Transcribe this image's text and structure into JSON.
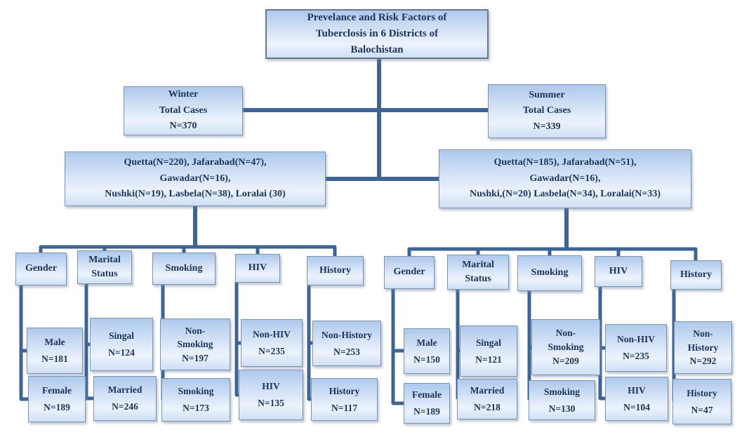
{
  "colors": {
    "connector": "#3e6496",
    "box_fill_top": "#aec9ec",
    "box_fill_bottom": "#cfdff5",
    "box_border": "#7e93ab",
    "text": "#1c3459"
  },
  "title": {
    "l1": "Prevelance and Risk Factors of",
    "l2": "Tuberclosis in 6 Districts of",
    "l3": "Balochistan"
  },
  "winter": {
    "total": {
      "l1": "Winter",
      "l2": "Total Cases",
      "l3": "N=370"
    },
    "districts": {
      "l1": "Quetta(N=220), Jafarabad(N=47),",
      "l2": "Gawadar(N=16),",
      "l3": "Nushki(N=19), Lasbela(N=38), Loralai (30)"
    },
    "categories": {
      "gender": "Gender",
      "marital": "Marital Status",
      "smoking": "Smoking",
      "hiv": "HIV",
      "history": "History"
    },
    "male": {
      "l1": "Male",
      "l2": "N=181"
    },
    "female": {
      "l1": "Female",
      "l2": "N=189"
    },
    "single": {
      "l1": "Singal",
      "l2": "N=124"
    },
    "married": {
      "l1": "Married",
      "l2": "N=246"
    },
    "non_smoking": {
      "l1": "Non-",
      "l2": "Smoking",
      "l3": "N=197"
    },
    "smoking": {
      "l1": "Smoking",
      "l2": "N=173"
    },
    "non_hiv": {
      "l1": "Non-HIV",
      "l2": "N=235"
    },
    "hiv": {
      "l1": "HIV",
      "l2": "N=135"
    },
    "non_history": {
      "l1": "Non-History",
      "l2": "N=253"
    },
    "history": {
      "l1": "History",
      "l2": "N=117"
    }
  },
  "summer": {
    "total": {
      "l1": "Summer",
      "l2": "Total Cases",
      "l3": "N=339"
    },
    "districts": {
      "l1": "Quetta(N=185), Jafarabad(N=51),",
      "l2": "Gawadar(N=16),",
      "l3": "Nushki,(N=20) Lasbela(N=34), Loralai(N=33)"
    },
    "categories": {
      "gender": "Gender",
      "marital": "Marital Status",
      "smoking": "Smoking",
      "hiv": "HIV",
      "history": "History"
    },
    "male": {
      "l1": "Male",
      "l2": "N=150"
    },
    "female": {
      "l1": "Female",
      "l2": "N=189"
    },
    "single": {
      "l1": "Singal",
      "l2": "N=121"
    },
    "married": {
      "l1": "Married",
      "l2": "N=218"
    },
    "non_smoking": {
      "l1": "Non-",
      "l2": "Smoking",
      "l3": "N=209"
    },
    "smoking": {
      "l1": "Smoking",
      "l2": "N=130"
    },
    "non_hiv": {
      "l1": "Non-HIV",
      "l2": "N=235"
    },
    "hiv": {
      "l1": "HIV",
      "l2": "N=104"
    },
    "non_history": {
      "l1": "Non-",
      "l2": "History",
      "l3": "N=292"
    },
    "history": {
      "l1": "History",
      "l2": "N=47"
    }
  }
}
